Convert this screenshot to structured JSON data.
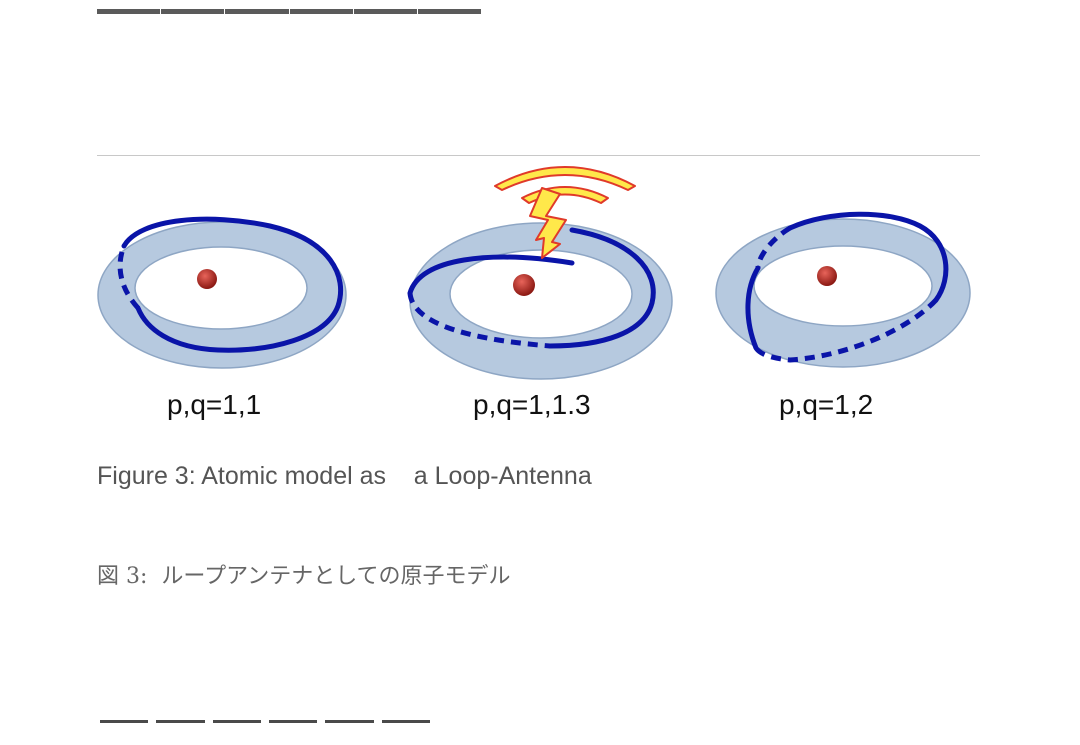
{
  "figure": {
    "panels": [
      {
        "label": "p,q=1,1"
      },
      {
        "label": "p,q=1,1.3"
      },
      {
        "label": "p,q=1,2"
      }
    ],
    "colors": {
      "torus": "#a9bfd9",
      "torus_edge": "#8ea6c4",
      "loop": "#0a14a8",
      "nucleus": "#b52a22",
      "signal_fill": "#ffe84a",
      "signal_stroke": "#e03a2a"
    },
    "icons": [
      "lightning-bolt-icon",
      "radio-waves-icon"
    ]
  },
  "caption": {
    "en": "Figure 3: Atomic model as    a Loop-Antenna",
    "jp": "図 3:  ループアンテナとしての原子モデル"
  }
}
